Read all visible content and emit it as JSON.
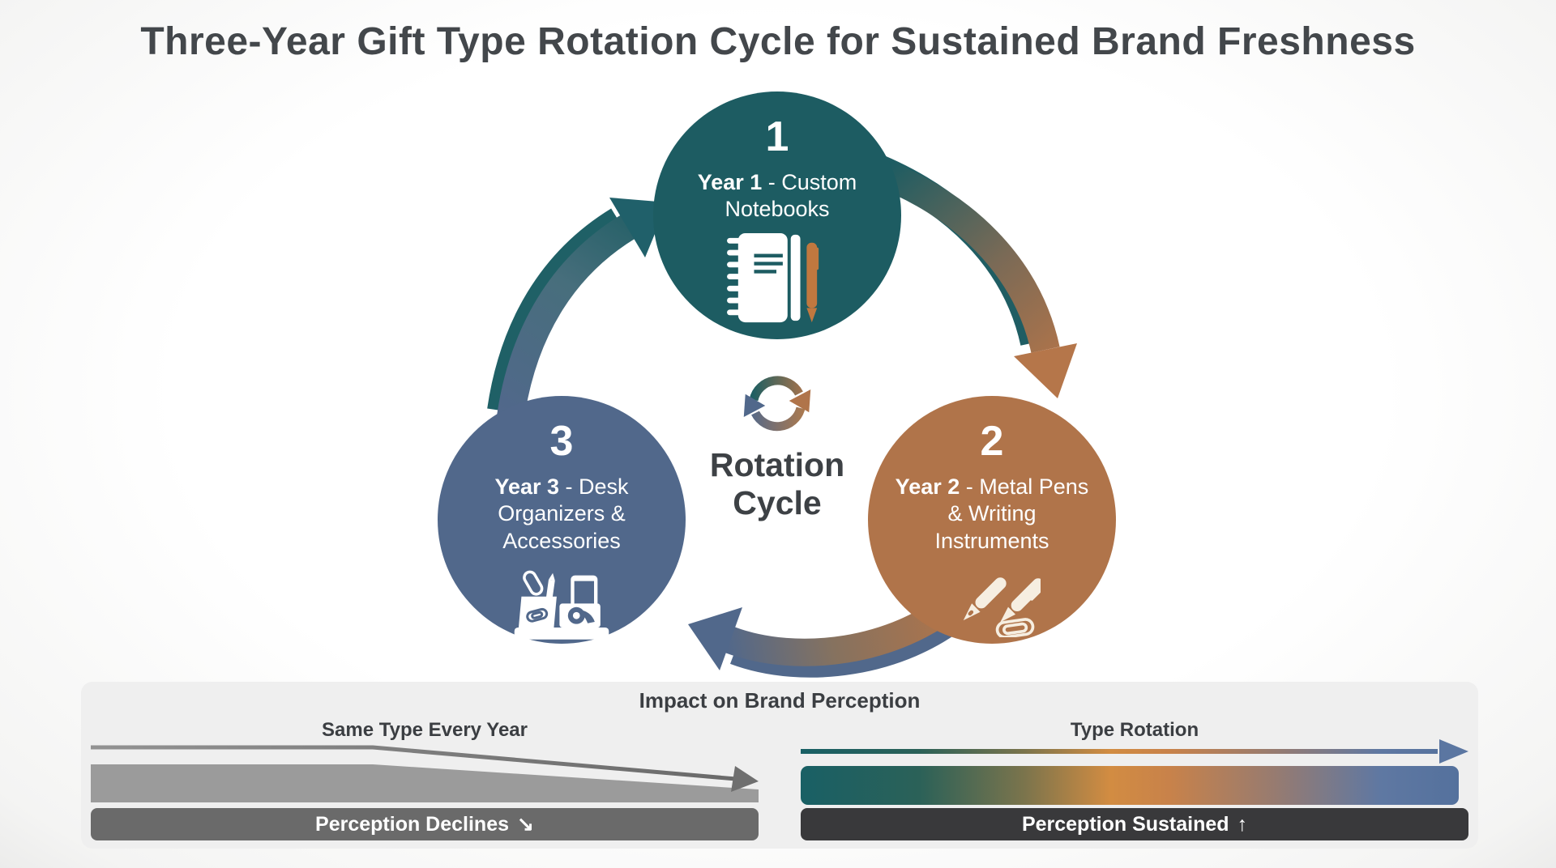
{
  "title": "Three-Year Gift Type Rotation Cycle for Sustained Brand Freshness",
  "center": {
    "icon": "rotation-cycle-icon",
    "label": "Rotation\nCycle"
  },
  "cycle": {
    "nodes": [
      {
        "number": "1",
        "label_bold": "Year 1",
        "label_rest": " - Custom\nNotebooks",
        "icon": "notebook-pen-icon",
        "color": "#1d5c62"
      },
      {
        "number": "2",
        "label_bold": "Year 2",
        "label_rest": " - Metal Pens\n& Writing\nInstruments",
        "icon": "pens-paperclip-icon",
        "color": "#b0744a"
      },
      {
        "number": "3",
        "label_bold": "Year 3",
        "label_rest": " - Desk\nOrganizers &\nAccessories",
        "icon": "desk-organizer-icon",
        "color": "#51688b"
      }
    ],
    "arrows": [
      {
        "from": "1",
        "to": "2",
        "gradient": [
          "#1d5c62",
          "#b0744a"
        ]
      },
      {
        "from": "2",
        "to": "3",
        "gradient": [
          "#b0744a",
          "#51688b"
        ]
      },
      {
        "from": "3",
        "to": "1",
        "gradient": [
          "#51688b",
          "#1d5c62"
        ]
      }
    ]
  },
  "impact_panel": {
    "title": "Impact on Brand Perception",
    "left": {
      "label": "Same Type Every Year",
      "caption": "Perception Declines",
      "caption_icon": "↘",
      "trend": "declining",
      "bar_color": "#9b9b9b",
      "caption_bg": "#6a6a6a"
    },
    "right": {
      "label": "Type Rotation",
      "caption": "Perception Sustained",
      "caption_icon": "↑",
      "trend": "sustained",
      "caption_bg": "#39393b",
      "bar_gradient": [
        "#196065",
        "#7b744c",
        "#d28c42",
        "#8d7a74",
        "#54719d"
      ]
    }
  },
  "colors": {
    "background": "#fbfbfb",
    "panel": "#efefef",
    "text_dark": "#3e4246",
    "teal": "#1d5c62",
    "copper": "#b0744a",
    "slate": "#51688b"
  }
}
